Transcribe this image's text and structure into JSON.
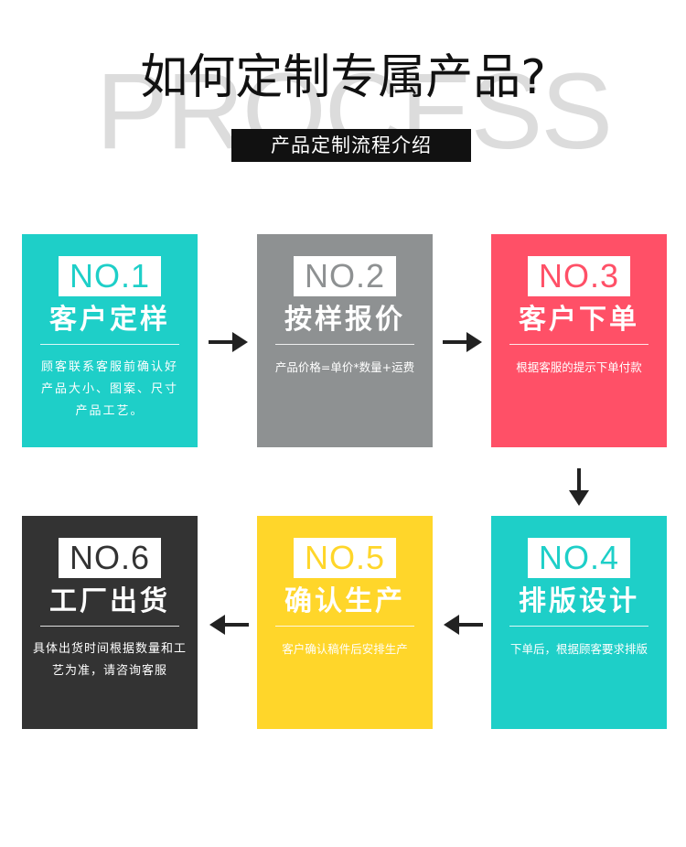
{
  "header": {
    "watermark": "PROCESS",
    "title": "如何定制专属产品?",
    "subtitle": "产品定制流程介绍"
  },
  "colors": {
    "teal": "#1ECFC8",
    "gray": "#8E9192",
    "coral": "#FF5067",
    "yellow": "#FFD62A",
    "dark": "#333333",
    "arrow": "#222222"
  },
  "steps": [
    {
      "number": "NO.1",
      "title": "客户定样",
      "desc": "顾客联系客服前确认好产品大小、图案、尺寸产品工艺。"
    },
    {
      "number": "NO.2",
      "title": "按样报价",
      "desc": "产品价格=单价*数量+运费"
    },
    {
      "number": "NO.3",
      "title": "客户下单",
      "desc": "根据客服的提示下单付款"
    },
    {
      "number": "NO.4",
      "title": "排版设计",
      "desc": "下单后，根据顾客要求排版"
    },
    {
      "number": "NO.5",
      "title": "确认生产",
      "desc": "客户确认稿件后安排生产"
    },
    {
      "number": "NO.6",
      "title": "工厂出货",
      "desc": "具体出货时间根据数量和工艺为准，请咨询客服"
    }
  ],
  "arrows": [
    {
      "icon": "arrow-right-icon"
    },
    {
      "icon": "arrow-right-icon"
    },
    {
      "icon": "arrow-down-icon"
    },
    {
      "icon": "arrow-left-icon"
    },
    {
      "icon": "arrow-left-icon"
    }
  ]
}
